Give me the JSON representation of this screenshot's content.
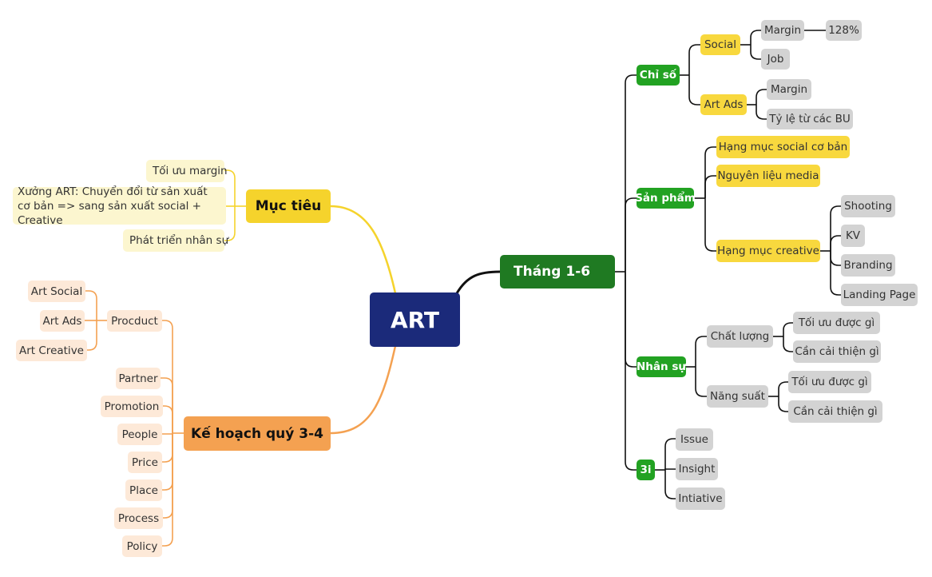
{
  "root": {
    "label": "ART"
  },
  "thang": {
    "label": "Tháng 1-6",
    "chiso": {
      "label": "Chỉ  số",
      "social": {
        "label": "Social",
        "margin": "Margin",
        "margin_value": "128%",
        "job": "Job"
      },
      "artads": {
        "label": "Art Ads",
        "margin": "Margin",
        "tyle": "Tỷ lệ từ các BU"
      }
    },
    "sanpham": {
      "label": "Sản phẩm",
      "hangmuc_social": "Hạng  mục social cơ bản",
      "nguyenlieu": "Nguyên liệu media",
      "creative": {
        "label": "Hạng mục creative",
        "items": [
          "Shooting",
          "KV",
          "Branding",
          "Landing Page"
        ]
      }
    },
    "nhansu": {
      "label": "Nhân sự",
      "chatluong": {
        "label": "Chất lượng",
        "a": "Tối ưu được  gì",
        "b": "Cần cải thiện gì"
      },
      "nangsuat": {
        "label": "Năng suất",
        "a": "Tối ưu được gì",
        "b": "Cần  cải  thiện gì"
      }
    },
    "threei": {
      "label": "3i",
      "items": [
        "Issue",
        "Insight",
        "Intiative"
      ]
    }
  },
  "muctieu": {
    "label": "Mục tiêu",
    "items": [
      "Tối ưu margin",
      "Xưởng ART: Chuyển đổi từ sản xuất cơ bản => sang sản xuất social + Creative",
      "Phát triển nhân sự"
    ]
  },
  "kehoach": {
    "label": "Kế hoạch quý 3-4",
    "product": {
      "label": "Procduct",
      "items": [
        "Art Social",
        "Art Ads",
        "Art Creative"
      ]
    },
    "items": [
      "Partner",
      "Promotion",
      "People",
      "Price",
      "Place",
      "Process",
      "Policy"
    ]
  },
  "colors": {
    "root": "#1b2a7a",
    "green_branch": "#1f7a22",
    "green_sub": "#22a222",
    "yellow": "#f5d32c",
    "orange": "#f4a151",
    "gray_leaf": "#d3d3d3",
    "cream_leaf": "#fcf6cf",
    "peach_leaf": "#fde9d8"
  }
}
